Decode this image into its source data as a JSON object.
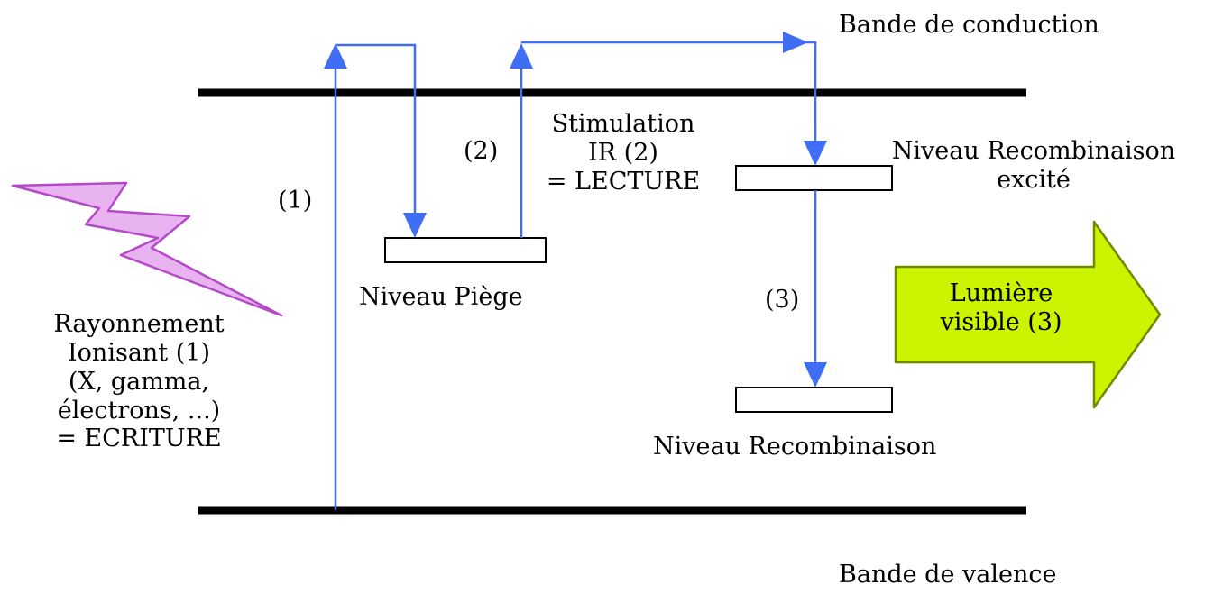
{
  "labels": {
    "conduction_band": "Bande de conduction",
    "valence_band": "Bande de valence",
    "step1": "(1)",
    "step2": "(2)",
    "step3": "(3)",
    "stimulation_line1": "Stimulation",
    "stimulation_line2": "IR (2)",
    "stimulation_line3": "= LECTURE",
    "trap_level": "Niveau Piège",
    "excited_recomb_line1": "Niveau Recombinaison",
    "excited_recomb_line2": "excité",
    "recomb_level": "Niveau Recombinaison",
    "ionizing_line1": "Rayonnement",
    "ionizing_line2": "Ionisant (1)",
    "ionizing_line3": "(X, gamma,",
    "ionizing_line4": "électrons, ...)",
    "ionizing_line5": "= ECRITURE",
    "visible_light_line1": "Lumière",
    "visible_light_line2": "visible (3)"
  },
  "colors": {
    "arrow": "#3f6ef5",
    "band": "#000000",
    "lightning_fill": "#e9b3f2",
    "lightning_stroke": "#b44ac8",
    "light_arrow_fill": "#ccf400",
    "light_arrow_stroke": "#6f8a00"
  }
}
